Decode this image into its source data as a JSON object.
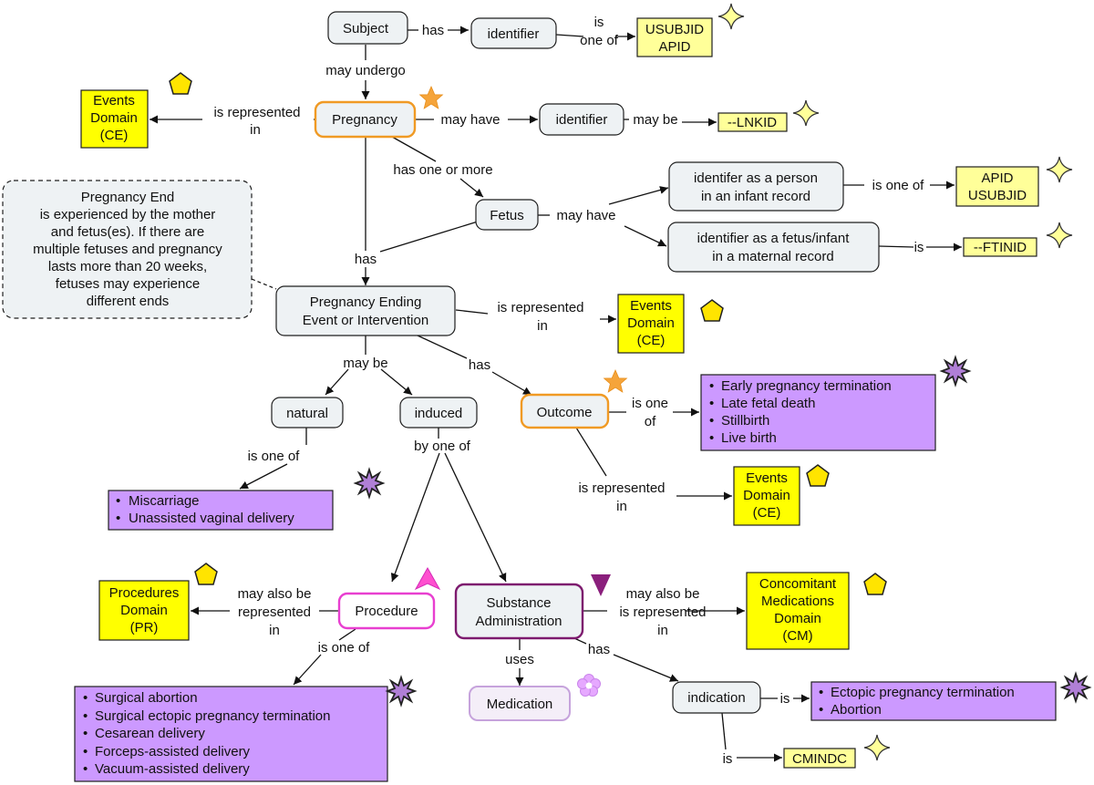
{
  "concepts": {
    "subject": "Subject",
    "identifier_top": "identifier",
    "pregnancy": "Pregnancy",
    "identifier_preg": "identifier",
    "fetus": "Fetus",
    "id_person": [
      "identifer as a person",
      "in an infant record"
    ],
    "id_fetus": [
      "identifier as a fetus/infant",
      "in a maternal record"
    ],
    "ending_event": [
      "Pregnancy Ending",
      "Event or Intervention"
    ],
    "natural": "natural",
    "induced": "induced",
    "outcome": "Outcome",
    "procedure": "Procedure",
    "substance": [
      "Substance",
      "Administration"
    ],
    "medication": "Medication",
    "indication": "indication"
  },
  "variables": {
    "usubjid_apid": [
      "USUBJID",
      "APID"
    ],
    "lnkid": "--LNKID",
    "apid_usubjid": [
      "APID",
      "USUBJID"
    ],
    "ftinid": "--FTINID",
    "cmindc": "CMINDC"
  },
  "domains": {
    "events_1": [
      "Events",
      "Domain",
      "(CE)"
    ],
    "events_2": [
      "Events",
      "Domain",
      "(CE)"
    ],
    "events_3": [
      "Events",
      "Domain",
      "(CE)"
    ],
    "procedures": [
      "Procedures",
      "Domain",
      "(PR)"
    ],
    "cm": [
      "Concomitant",
      "Medications",
      "Domain",
      "(CM)"
    ]
  },
  "lists": {
    "outcome_values": [
      "Early pregnancy termination",
      "Late fetal death",
      "Stillbirth",
      "Live birth"
    ],
    "natural_values": [
      "Miscarriage",
      "Unassisted vaginal delivery"
    ],
    "procedure_values": [
      "Surgical abortion",
      "Surgical ectopic pregnancy termination",
      "Cesarean delivery",
      "Forceps-assisted delivery",
      "Vacuum-assisted delivery"
    ],
    "indication_values": [
      "Ectopic pregnancy termination",
      "Abortion"
    ]
  },
  "note": [
    "Pregnancy End",
    "is experienced by the mother",
    "and fetus(es).  If there are",
    "multiple fetuses and pregnancy",
    "lasts more than 20 weeks,",
    "fetuses may experience",
    "different ends"
  ],
  "links": {
    "has_1": "has",
    "is_one_of_1": [
      "is",
      "one of"
    ],
    "may_undergo": "may undergo",
    "is_represented_in_1": [
      "is represented",
      "in"
    ],
    "may_have_1": "may have",
    "may_be_1": "may be",
    "has_one_or_more": "has one or more",
    "is_one_of_2": "is one of",
    "may_have_2": "may have",
    "is_1": "is",
    "has_2": "has",
    "is_represented_in_2": [
      "is represented",
      "in"
    ],
    "may_be_2": "may be",
    "has_3": "has",
    "is_one_of_3": [
      "is one",
      "of"
    ],
    "is_one_of_4": "is one of",
    "by_one_of": "by one of",
    "is_represented_in_3": [
      "is represented",
      "in"
    ],
    "may_also_1": [
      "may also be",
      "represented",
      "in"
    ],
    "may_also_2": [
      "may also be",
      "is represented",
      "in"
    ],
    "is_one_of_5": "is one of",
    "uses": "uses",
    "has_4": "has",
    "is_2": "is",
    "is_3": "is"
  },
  "colors": {
    "domain": "#ffff00",
    "variable": "#ffff99",
    "list": "#cc99ff",
    "concept": "#eef2f4",
    "orange_border": "#f09a24",
    "pink_border": "#e83fd0",
    "purple_border": "#7d1a6e"
  },
  "icons": {
    "variable_marker": "four-point-star-icon",
    "domain_marker": "pentagon-icon",
    "key_concept_marker": "star-icon",
    "list_marker": "starburst-icon",
    "procedure_marker": "arrowhead-icon",
    "substance_marker": "triangle-down-icon",
    "medication_marker": "flower-icon"
  }
}
